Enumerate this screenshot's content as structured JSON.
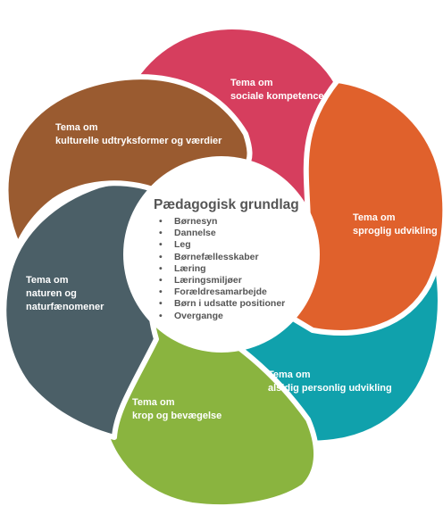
{
  "center": {
    "title": "Pædagogisk grundlag",
    "items": [
      "Børnesyn",
      "Dannelse",
      "Leg",
      "Børnefællesskaber",
      "Læring",
      "Læringsmiljøer",
      "Forældresamarbejde",
      "Børn i udsatte positioner",
      "Overgange"
    ]
  },
  "petals": [
    {
      "id": "sociale",
      "line1": "Tema om",
      "line2": "sociale kompetencer",
      "color": "#d63e5e"
    },
    {
      "id": "sprog",
      "line1": "Tema om",
      "line2": "sproglig udvikling",
      "color": "#e0612c"
    },
    {
      "id": "personlig",
      "line1": "Tema om",
      "line2": "alsidig personlig udvikling",
      "color": "#10a1ac"
    },
    {
      "id": "krop",
      "line1": "Tema om",
      "line2": "krop og bevægelse",
      "color": "#8ab43f"
    },
    {
      "id": "natur",
      "line1": "Tema om",
      "line2": "naturen og",
      "line3": "naturfænomener",
      "color": "#4b5f67"
    },
    {
      "id": "kultur",
      "line1": "Tema om",
      "line2": "kulturelle udtryksformer og værdier",
      "color": "#9a5b30"
    }
  ]
}
